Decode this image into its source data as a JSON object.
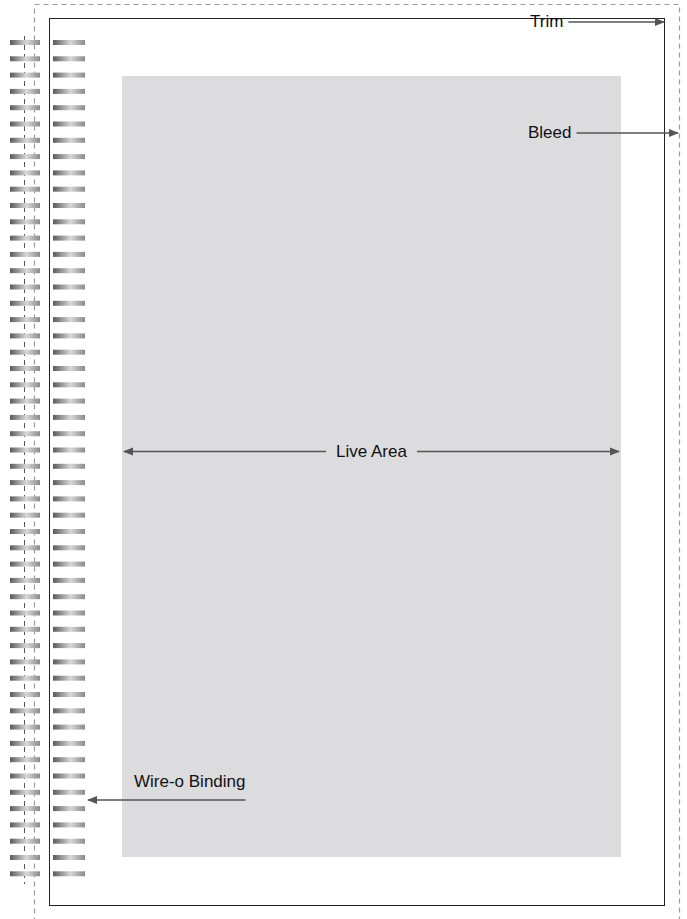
{
  "diagram": {
    "nodes": [
      {
        "text": [
          "Live Area"
        ]
      }
    ],
    "labels": [
      "Trim",
      "Bleed",
      "Wire-o Binding"
    ]
  }
}
